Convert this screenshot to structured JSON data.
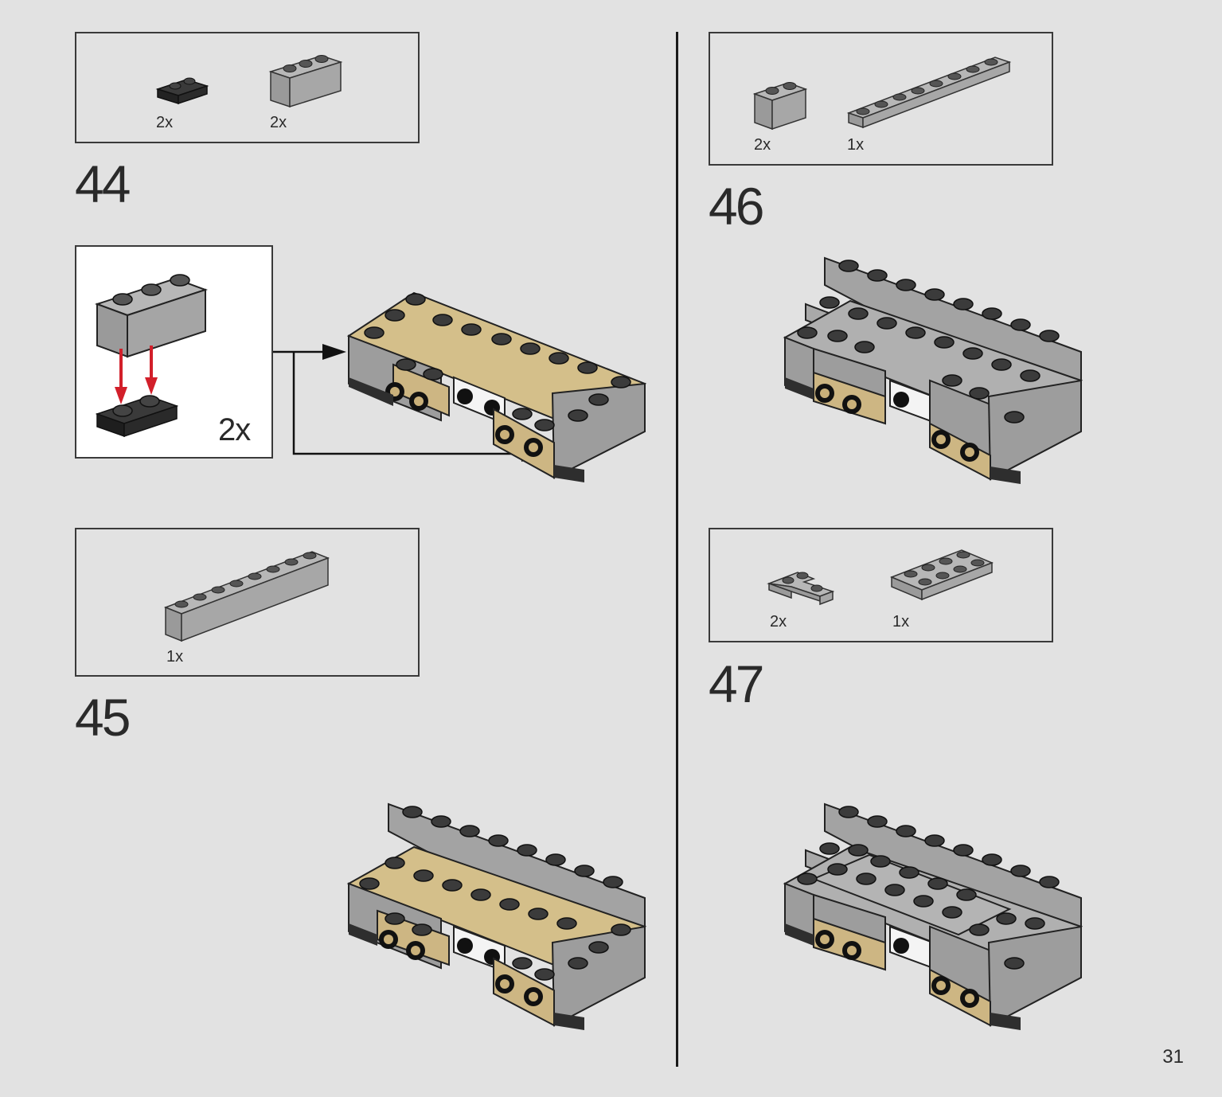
{
  "page_number": "31",
  "colors": {
    "background": "#e2e2e2",
    "light_gray": "#a9a9a9",
    "dark_gray": "#2e2e2e",
    "tan": "#d4bf8a",
    "white": "#f4f4f4",
    "arrow_red": "#d21f2a"
  },
  "steps": [
    {
      "number": "44",
      "parts": [
        {
          "qty": "2x",
          "part": "dark-gray-plate-1x2-icon"
        },
        {
          "qty": "2x",
          "part": "light-gray-brick-1x3-icon"
        }
      ],
      "subassembly": {
        "qty": "2x"
      }
    },
    {
      "number": "45",
      "parts": [
        {
          "qty": "1x",
          "part": "light-gray-brick-1x8-icon"
        }
      ]
    },
    {
      "number": "46",
      "parts": [
        {
          "qty": "2x",
          "part": "light-gray-brick-1x2-icon"
        },
        {
          "qty": "1x",
          "part": "light-gray-plate-1x8-icon"
        }
      ]
    },
    {
      "number": "47",
      "parts": [
        {
          "qty": "2x",
          "part": "light-gray-corner-plate-2x2-icon"
        },
        {
          "qty": "1x",
          "part": "light-gray-plate-2x4-icon"
        }
      ]
    }
  ]
}
